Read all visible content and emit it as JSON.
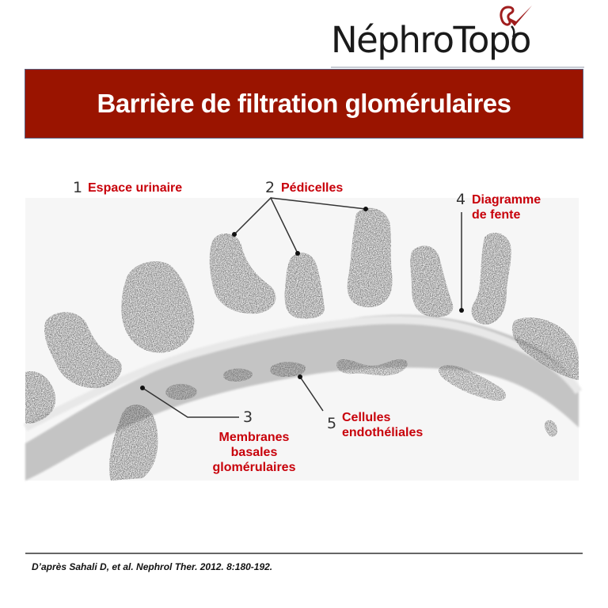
{
  "header": {
    "logo_text": "NéphroTopo",
    "logo_icon": "kidney-check-icon",
    "title": "Barrière de filtration glomérulaires"
  },
  "colors": {
    "banner_bg": "#9a1400",
    "banner_text": "#ffffff",
    "label_red": "#c8000a",
    "number_gray": "#333333",
    "logo_icon_red": "#a01e1e"
  },
  "figure": {
    "description": "Micrographie électronique de la barrière de filtration glomérulaire",
    "labels": [
      {
        "number": "1",
        "text": "Espace urinaire"
      },
      {
        "number": "2",
        "text": "Pédicelles"
      },
      {
        "number": "3",
        "text_lines": [
          "Membranes",
          "basales",
          "glomérulaires"
        ]
      },
      {
        "number": "4",
        "text_lines": [
          "Diagramme",
          "de fente"
        ]
      },
      {
        "number": "5",
        "text_lines": [
          "Cellules",
          "endothéliales"
        ]
      }
    ]
  },
  "footer": {
    "citation": "D’après Sahali D, et al. Nephrol Ther. 2012. 8:180-192."
  }
}
